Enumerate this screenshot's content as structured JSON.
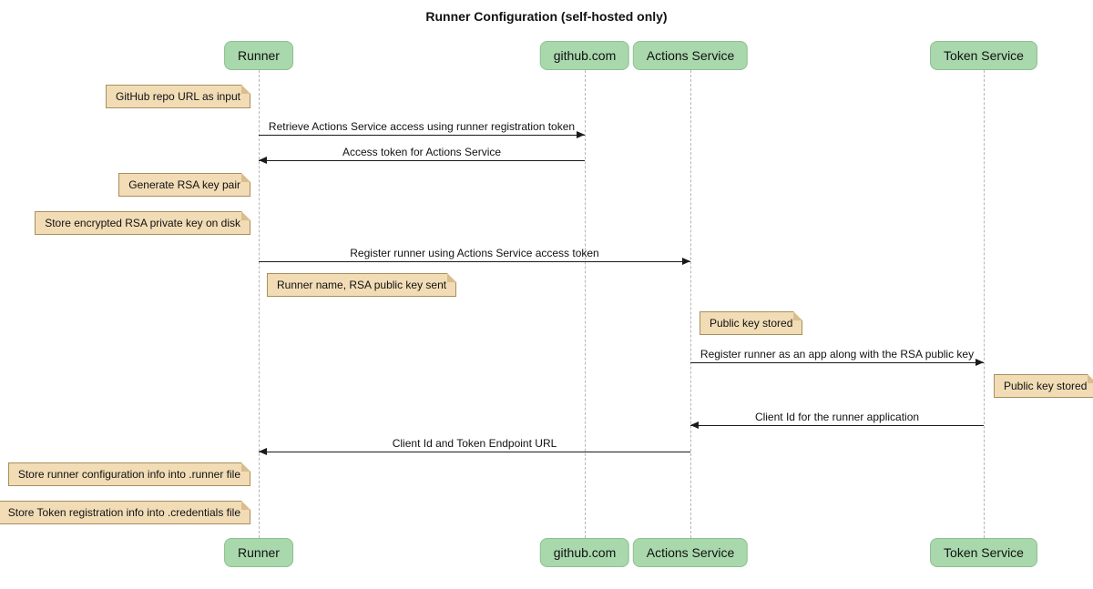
{
  "title": "Runner Configuration (self-hosted only)",
  "diagram_type": "sequence",
  "participants": [
    {
      "label": "Runner"
    },
    {
      "label": "github.com"
    },
    {
      "label": "Actions Service"
    },
    {
      "label": "Token Service"
    }
  ],
  "messages": [
    {
      "text": "Retrieve Actions Service access using runner registration token",
      "from": "Runner",
      "to": "github.com",
      "direction": "right"
    },
    {
      "text": "Access token for Actions Service",
      "from": "github.com",
      "to": "Runner",
      "direction": "left"
    },
    {
      "text": "Register runner using Actions Service access token",
      "from": "Runner",
      "to": "Actions Service",
      "direction": "right"
    },
    {
      "text": "Register runner as an app along with the RSA public key",
      "from": "Actions Service",
      "to": "Token Service",
      "direction": "right"
    },
    {
      "text": "Client Id for the runner application",
      "from": "Token Service",
      "to": "Actions Service",
      "direction": "left"
    },
    {
      "text": "Client Id and Token Endpoint URL",
      "from": "Actions Service",
      "to": "Runner",
      "direction": "left"
    }
  ],
  "notes": [
    {
      "text": "GitHub repo URL as input",
      "anchor": "left of Runner"
    },
    {
      "text": "Generate RSA key pair",
      "anchor": "left of Runner"
    },
    {
      "text": "Store encrypted RSA private key on disk",
      "anchor": "left of Runner"
    },
    {
      "text": "Runner name, RSA public key sent",
      "anchor": "right of Runner"
    },
    {
      "text": "Public key stored",
      "anchor": "right of Actions Service"
    },
    {
      "text": "Public key stored",
      "anchor": "right of Token Service"
    },
    {
      "text": "Store runner configuration info into .runner file",
      "anchor": "left of Runner"
    },
    {
      "text": "Store Token registration info into .credentials file",
      "anchor": "left of Runner"
    }
  ],
  "colors": {
    "background": "#ffffff",
    "participant_fill": "#a9d8ac",
    "participant_border": "#8cc08f",
    "note_fill": "#f1dcb6",
    "note_border": "#a98e5e",
    "note_fold": "#d9bd8c",
    "lifeline": "#b5b5b5",
    "arrow": "#1a1a1a"
  }
}
